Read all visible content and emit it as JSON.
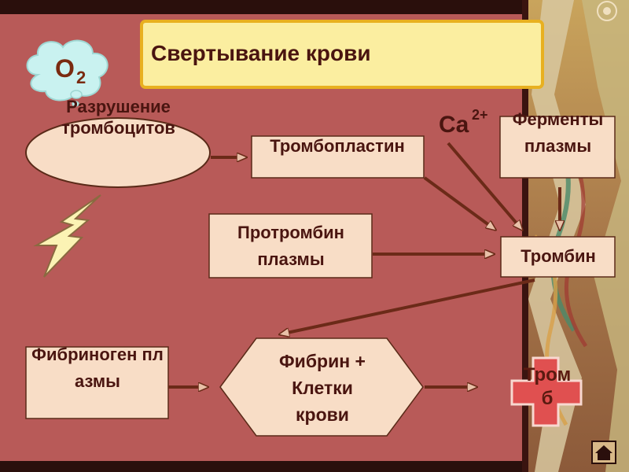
{
  "slide": {
    "title": "Свертывание крови",
    "oxygen": {
      "symbol": "O",
      "subscript": "2"
    },
    "nodes": {
      "destruction": "Разрушение тромбоцитов",
      "thromboplastin": "Тромбопластин",
      "calcium": {
        "symbol": "Ca",
        "charge": "2+"
      },
      "enzymes": "Ферменты плазмы",
      "prothrombin": "Протромбин плазмы",
      "thrombin": "Тромбин",
      "fibrinogen": "Фибриноген плазмы",
      "fibrin": "Фибрин + Клетки крови",
      "clot": "Тромб"
    },
    "nav_button": {
      "icon": "home-icon"
    }
  },
  "colors": {
    "background_main": "#b85a58",
    "frame_dark": "#3a1410",
    "title_fill": "#fbeea0",
    "title_border": "#e8b020",
    "box_fill": "#f8ddc6",
    "text": "#4a1510",
    "arrow": "#6b2a18",
    "lightning": "#fbf3b4",
    "cloud": "#c9f2f0",
    "cross": "#e05050"
  }
}
